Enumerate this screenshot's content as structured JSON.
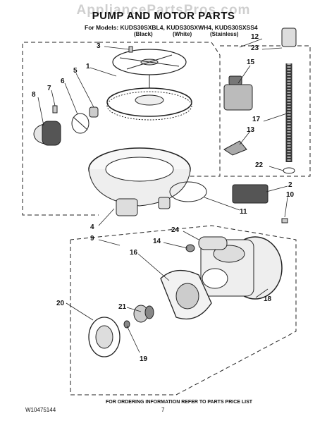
{
  "watermark": "AppliancePartsPros.com",
  "title": "PUMP AND MOTOR PARTS",
  "models_line": "For Models: KUDS30SXBL4, KUDS30SXWH4, KUDS30SXSS4",
  "variants": [
    "(Black)",
    "(White)",
    "(Stainless)"
  ],
  "callouts": [
    "1",
    "2",
    "3",
    "4",
    "5",
    "6",
    "7",
    "8",
    "9",
    "10",
    "11",
    "12",
    "13",
    "14",
    "15",
    "16",
    "17",
    "18",
    "19",
    "20",
    "21",
    "22",
    "23",
    "24"
  ],
  "footer": {
    "doc_id": "W10475144",
    "page_number": "7",
    "note": "FOR ORDERING INFORMATION REFER TO PARTS PRICE LIST"
  }
}
